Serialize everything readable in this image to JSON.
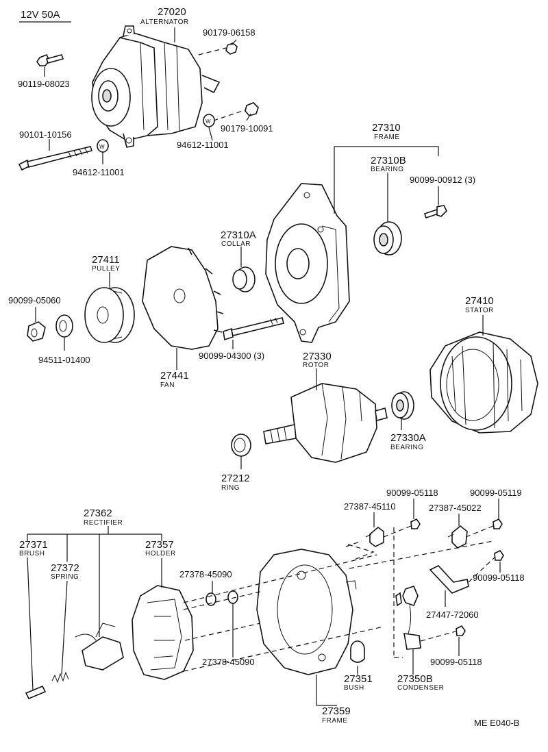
{
  "header": {
    "title": "12V 50A"
  },
  "footer": {
    "code": "ME  E040-B"
  },
  "labels": {
    "p27020": {
      "num": "27020",
      "name": "ALTERNATOR"
    },
    "p90179_06158": {
      "num": "90179-06158"
    },
    "p90119_08023": {
      "num": "90119-08023"
    },
    "p90179_10091": {
      "num": "90179-10091"
    },
    "p94612_11001a": {
      "num": "94612-11001"
    },
    "p90101_10156": {
      "num": "90101-10156"
    },
    "p94612_11001b": {
      "num": "94612-11001"
    },
    "p27310": {
      "num": "27310",
      "name": "FRAME"
    },
    "p27310B": {
      "num": "27310B",
      "name": "BEARING"
    },
    "p90099_00912": {
      "num": "90099-00912 (3)"
    },
    "p27310A": {
      "num": "27310A",
      "name": "COLLAR"
    },
    "p27411": {
      "num": "27411",
      "name": "PULLEY"
    },
    "p90099_05060": {
      "num": "90099-05060"
    },
    "p94511_01400": {
      "num": "94511-01400"
    },
    "p27441": {
      "num": "27441",
      "name": "FAN"
    },
    "p90099_04300": {
      "num": "90099-04300 (3)"
    },
    "p27410": {
      "num": "27410",
      "name": "STATOR"
    },
    "p27330": {
      "num": "27330",
      "name": "ROTOR"
    },
    "p27330A": {
      "num": "27330A",
      "name": "BEARING"
    },
    "p27212": {
      "num": "27212",
      "name": "RING"
    },
    "p90099_05118a": {
      "num": "90099-05118"
    },
    "p90099_05119": {
      "num": "90099-05119"
    },
    "p27387_45110": {
      "num": "27387-45110"
    },
    "p27387_45022": {
      "num": "27387-45022"
    },
    "p27362": {
      "num": "27362",
      "name": "RECTIFIER"
    },
    "p27371": {
      "num": "27371",
      "name": "BRUSH"
    },
    "p27357": {
      "num": "27357",
      "name": "HOLDER"
    },
    "p27372": {
      "num": "27372",
      "name": "SPRING"
    },
    "p27378_45090a": {
      "num": "27378-45090"
    },
    "p27378_45090b": {
      "num": "27378-45090"
    },
    "p90099_05118b": {
      "num": "90099-05118"
    },
    "p27447_72060": {
      "num": "27447-72060"
    },
    "p90099_05118c": {
      "num": "90099-05118"
    },
    "p27351": {
      "num": "27351",
      "name": "BUSH"
    },
    "p27350B": {
      "num": "27350B",
      "name": "CONDENSER"
    },
    "p27359": {
      "num": "27359",
      "name": "FRAME"
    }
  }
}
